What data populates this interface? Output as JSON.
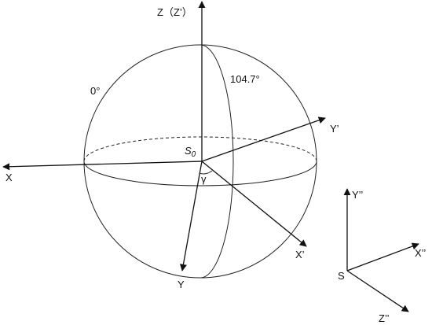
{
  "labels": {
    "z_axis": "Z（Z’）",
    "y_prime": "Y’",
    "x_axis": "X",
    "x_prime": "X’",
    "y_axis": "Y",
    "origin": "S",
    "origin_sub": "0",
    "gamma": "γ",
    "angle_0": "0°",
    "angle_1047": "104.7°",
    "y_dbl": "Y’’",
    "x_dbl": "X’’",
    "z_dbl": "Z’’",
    "s_small": "S"
  },
  "colors": {
    "stroke": "#111111",
    "background": "#ffffff"
  }
}
